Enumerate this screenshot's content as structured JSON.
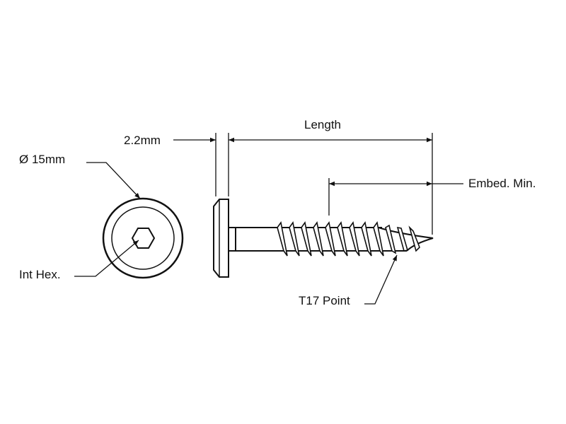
{
  "labels": {
    "diameter": "Ø 15mm",
    "int_hex": "Int Hex.",
    "head_thickness": "2.2mm",
    "length": "Length",
    "embed_min": "Embed. Min.",
    "point": "T17 Point"
  },
  "colors": {
    "line": "#111111",
    "background": "#ffffff"
  }
}
